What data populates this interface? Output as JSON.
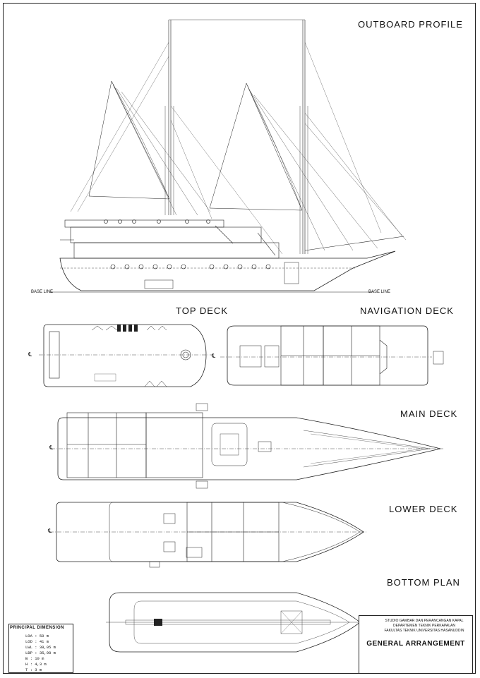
{
  "titles": {
    "outboard": "OUTBOARD PROFILE",
    "top_deck": "TOP DECK",
    "navigation_deck": "NAVIGATION DECK",
    "main_deck": "MAIN DECK",
    "lower_deck": "LOWER DECK",
    "bottom_plan": "BOTTOM PLAN"
  },
  "base_line": "BASE LINE",
  "principal": {
    "title": "PRINCIPAL DIMENSION",
    "rows": [
      {
        "label": "LOA",
        "value": ": 50 m"
      },
      {
        "label": "LOD",
        "value": ": 41 m"
      },
      {
        "label": "LWL",
        "value": ": 38,05 m"
      },
      {
        "label": "LBP",
        "value": ": 35,98 m"
      },
      {
        "label": "B",
        "value": ": 10 m"
      },
      {
        "label": "H",
        "value": ": 4,3 m"
      },
      {
        "label": "T",
        "value": ": 3 m"
      }
    ]
  },
  "title_block": {
    "line1": "STUDIO GAMBAR DAN PERANCANGAN KAPAL",
    "line2": "DEPARTEMEN TEKNIK PERKAPALAN",
    "line3": "FAKULTAS TEKNIK UNIVERSITAS HASANUDDIN",
    "drawing_title": "GENERAL ARRANGEMENT"
  }
}
